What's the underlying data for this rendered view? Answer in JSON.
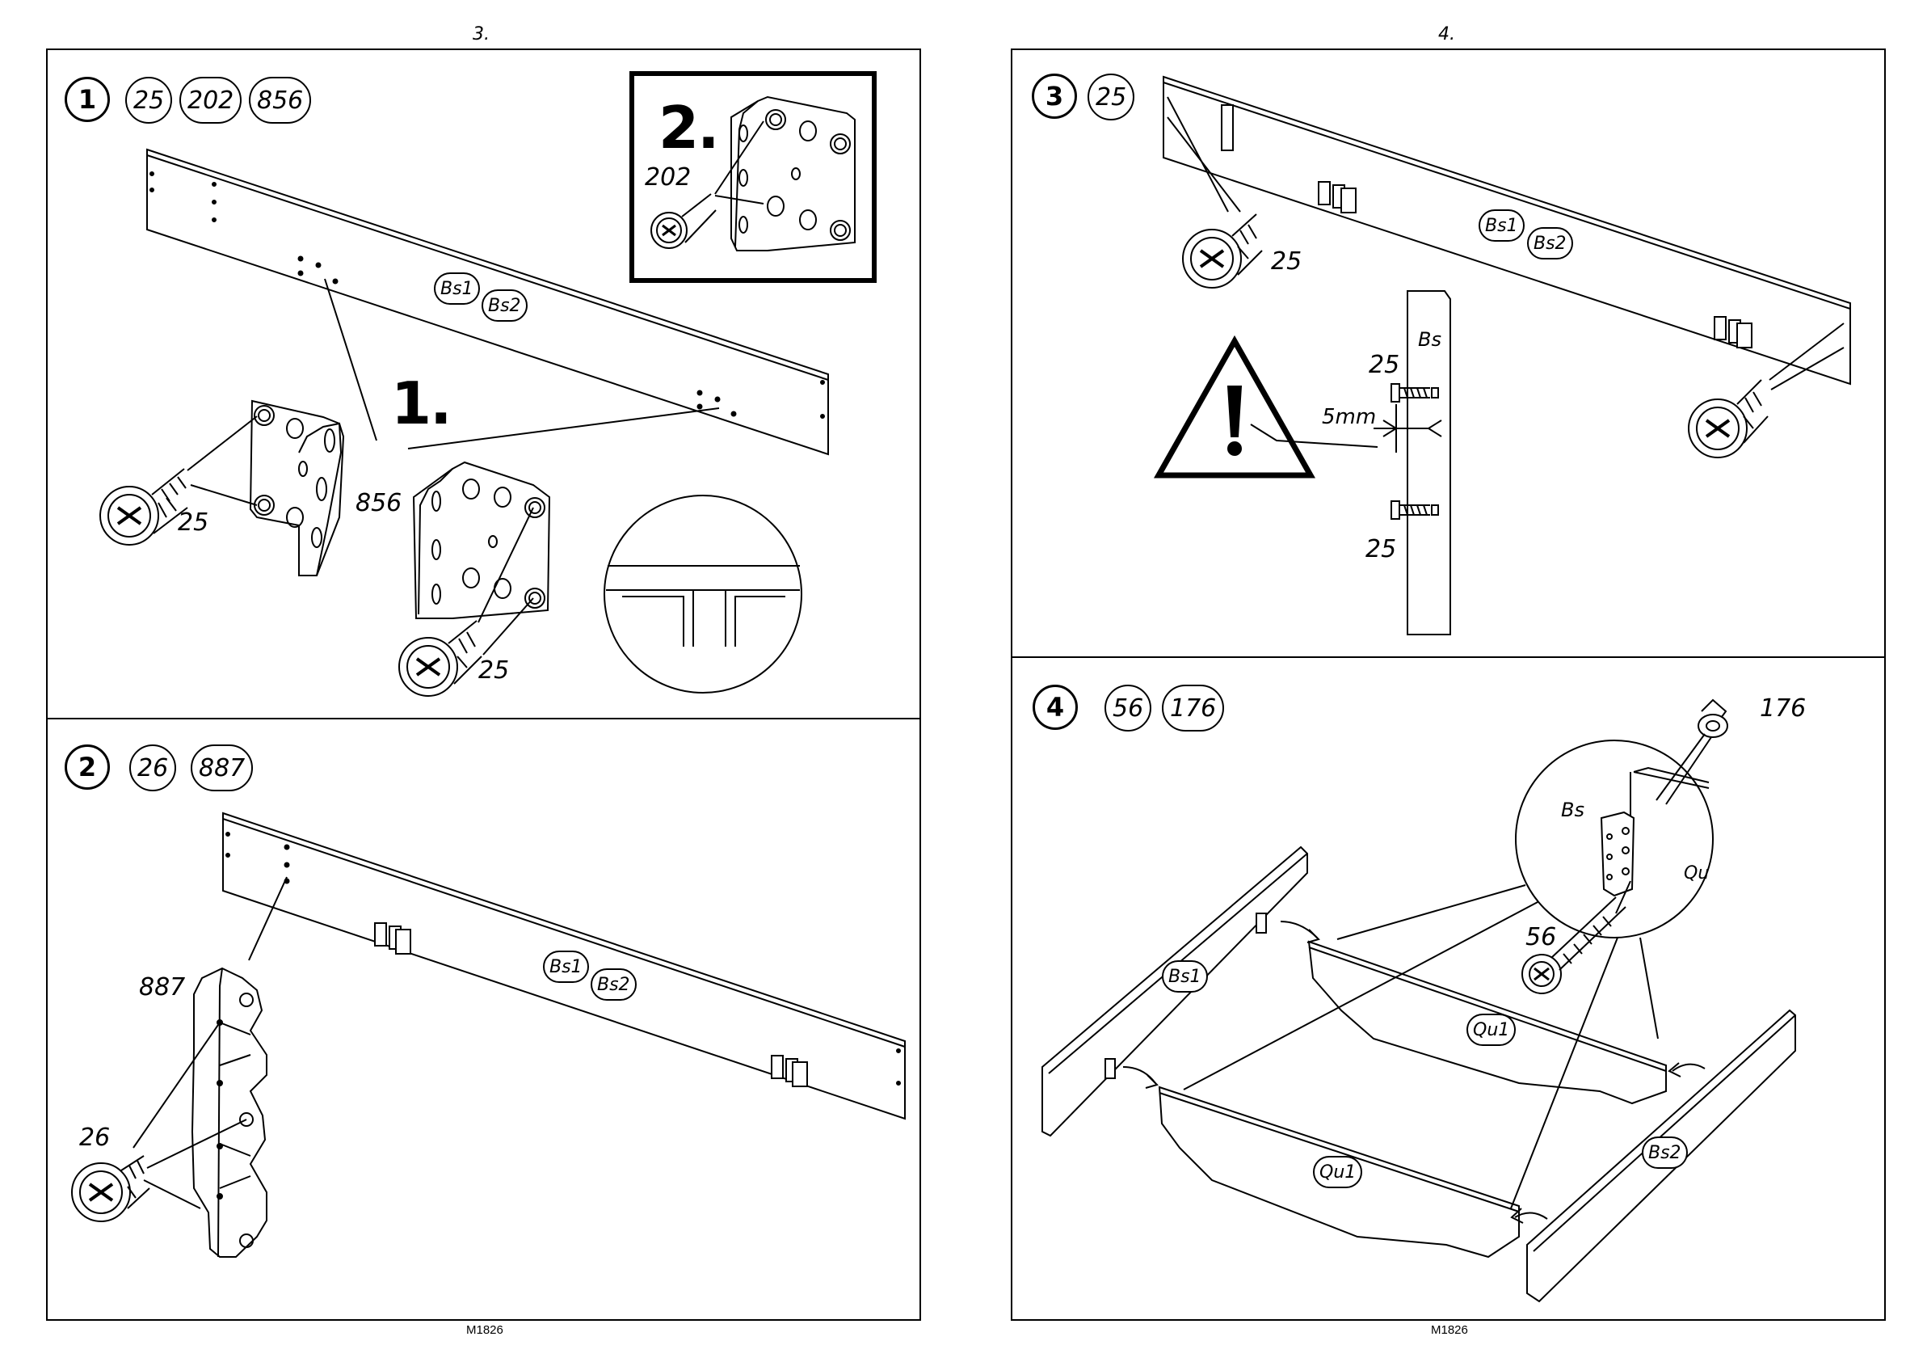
{
  "pages": [
    {
      "page_number": "3.",
      "footer_code": "M1826"
    },
    {
      "page_number": "4.",
      "footer_code": "M1826"
    }
  ],
  "steps": [
    {
      "number": "1",
      "parts": [
        "25",
        "202",
        "856"
      ],
      "board_tags": [
        "Bs1",
        "Bs2"
      ],
      "sub_steps": [
        "1.",
        "2."
      ],
      "labels": {
        "screw_a": "25",
        "screw_b": "25",
        "bracket": "856",
        "inset_screw": "202"
      }
    },
    {
      "number": "2",
      "parts": [
        "26",
        "887"
      ],
      "board_tags": [
        "Bs1",
        "Bs2"
      ],
      "labels": {
        "hook": "887",
        "screw": "26"
      }
    },
    {
      "number": "3",
      "parts": [
        "25"
      ],
      "board_tags": [
        "Bs1",
        "Bs2"
      ],
      "labels": {
        "screw": "25",
        "edge_label": "Bs",
        "screw_top": "25",
        "screw_bottom": "25",
        "gap": "5mm"
      }
    },
    {
      "number": "4",
      "parts": [
        "56",
        "176"
      ],
      "board_tags": [
        "Bs1",
        "Qu1",
        "Qu1",
        "Bs2"
      ],
      "labels": {
        "tool": "176",
        "screw": "56",
        "detail_left": "Bs",
        "detail_right": "Qu"
      }
    }
  ],
  "colors": {
    "line": "#000000",
    "background": "#ffffff"
  },
  "icons": [
    "screw-icon",
    "bracket-icon",
    "warning-icon",
    "allen-key-icon",
    "magnify-detail-icon"
  ]
}
